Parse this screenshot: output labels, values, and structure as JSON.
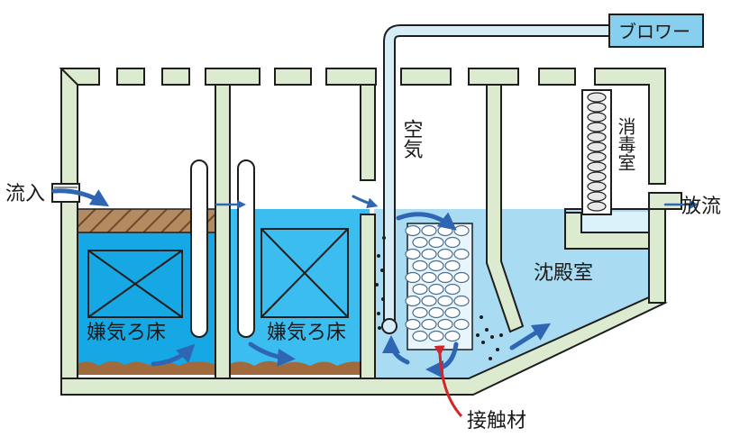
{
  "labels": {
    "inflow": "流入",
    "outflow": "放流",
    "blower": "ブロワー",
    "air": "空気",
    "disinfection": "消毒室",
    "sedimentation": "沈殿室",
    "anaerobic_bed_1": "嫌気ろ床",
    "anaerobic_bed_2": "嫌気ろ床",
    "contact_material": "接触材"
  },
  "colors": {
    "tank_wall": "#dcebd0",
    "outline": "#1e1e1e",
    "water_deep": "#3cb6e8",
    "water_light": "#a9dcf2",
    "scum": "#b48a60",
    "sludge": "#a06a3c",
    "arrow_blue": "#2f66b3",
    "arrow_red": "#d3262b",
    "blower_box": "#86cfee"
  }
}
